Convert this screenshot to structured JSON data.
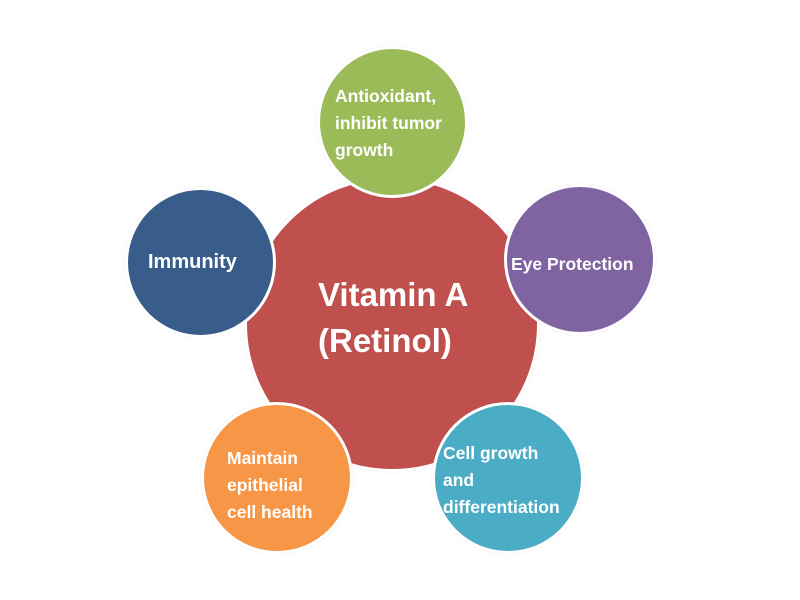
{
  "diagram": {
    "type": "hub-and-spoke",
    "center": {
      "lines": [
        "Vitamin A",
        "(Retinol)"
      ],
      "color": "#C0504D"
    },
    "nodes": [
      {
        "id": "antioxidant",
        "lines": [
          "Antioxidant,",
          "inhibit tumor",
          "growth"
        ],
        "color": "#9BBB59",
        "position": "top"
      },
      {
        "id": "eye-protection",
        "lines": [
          "Eye Protection"
        ],
        "color": "#8064A2",
        "position": "right"
      },
      {
        "id": "cell-growth",
        "lines": [
          "Cell growth",
          "and",
          "differentiation"
        ],
        "color": "#4BACC6",
        "position": "bottom-right"
      },
      {
        "id": "epithelial",
        "lines": [
          "Maintain",
          "epithelial",
          "cell health"
        ],
        "color": "#F79646",
        "position": "bottom-left"
      },
      {
        "id": "immunity",
        "lines": [
          "Immunity"
        ],
        "color": "#385D8A",
        "position": "left"
      }
    ],
    "border_color": "#FFFFFF",
    "text_color": "#FFFFFF",
    "background": "#FFFFFF"
  }
}
